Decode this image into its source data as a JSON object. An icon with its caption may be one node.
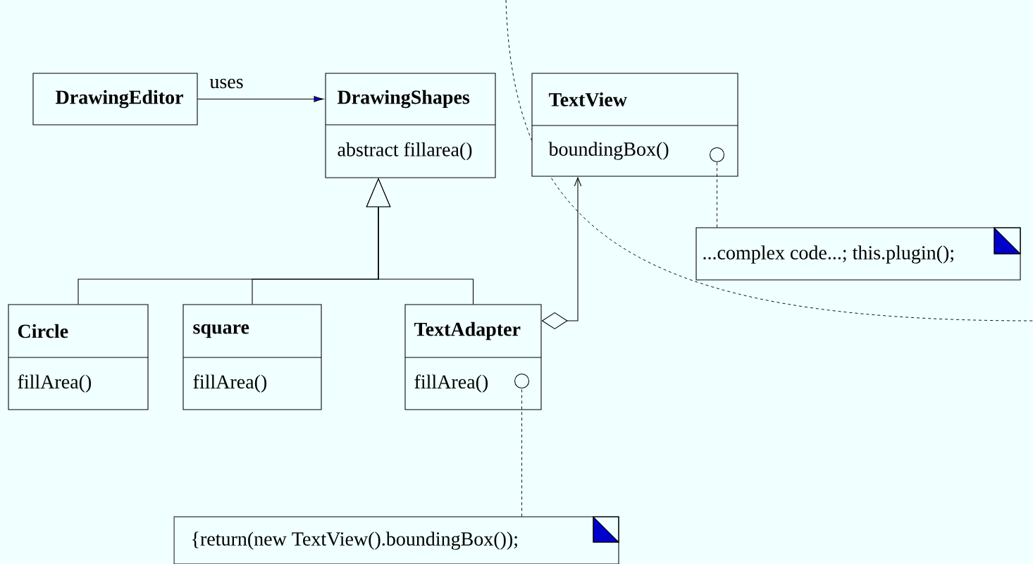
{
  "diagram": {
    "nodes": [
      {
        "text": [
          "DrawingEditor"
        ]
      },
      {
        "text": [
          "DrawingShapes",
          "abstract fillarea()"
        ]
      },
      {
        "text": [
          "TextView",
          "boundingBox()"
        ]
      },
      {
        "text": [
          "Circle",
          "fillArea()"
        ]
      },
      {
        "text": [
          "square",
          "fillArea()"
        ]
      },
      {
        "text": [
          "TextAdapter",
          "fillArea()"
        ]
      },
      {
        "text": [
          "...complex code...; this.plugin();"
        ]
      },
      {
        "text": [
          "{return(new TextView().boundingBox());"
        ]
      },
      {
        "text": [],
        "shape": "circle",
        "in": 2
      },
      {
        "text": [],
        "shape": "circle",
        "in": 5
      }
    ],
    "edges": [
      {
        "from": 0,
        "to": 1,
        "arrow": "to",
        "label": "uses"
      },
      {
        "from": 3,
        "to": 1,
        "arrow": "to"
      },
      {
        "from": 4,
        "to": 1,
        "arrow": "to"
      },
      {
        "from": 5,
        "to": 1,
        "arrow": "to"
      },
      {
        "from": 5,
        "to": 2,
        "arrow": "to"
      },
      {
        "from": 6,
        "to": 8,
        "arrow": "none",
        "style": "dashed"
      },
      {
        "from": 7,
        "to": 9,
        "arrow": "none",
        "style": "dashed"
      }
    ]
  }
}
